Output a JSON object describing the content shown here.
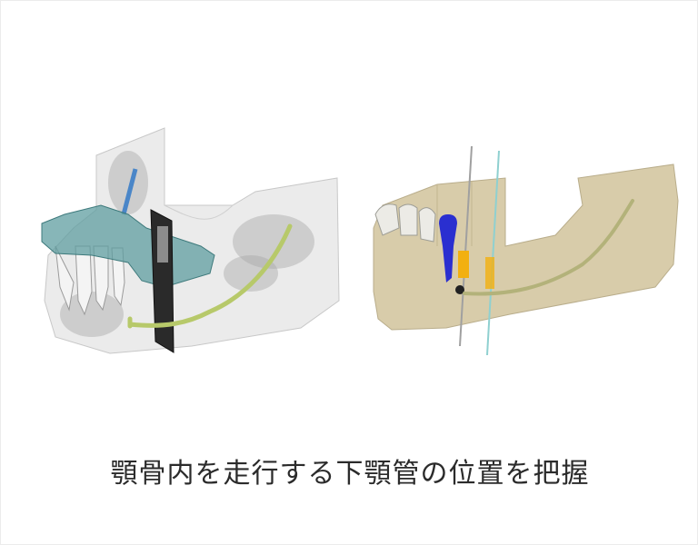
{
  "figures": [
    {
      "id": "left",
      "description": "Transparent 3D mandible render with teeth, teal surgical guide, dark cross-sectional slice plane and green mandibular canal path",
      "colors": {
        "bone": "#d9d9d9",
        "guide": "#6fa3a6",
        "canal": "#b7c96a",
        "slice": "#2a2a2a",
        "tooth": "#f2f2f2",
        "implant_marker": "#4a86c8"
      }
    },
    {
      "id": "right",
      "description": "Opaque 3D mandible render with teeth, blue and orange implant positions, guide pins and mandibular canal path",
      "colors": {
        "bone": "#d8ccaa",
        "canal": "#b3b27a",
        "tooth": "#ecebe6",
        "implant_blue": "#2a2fd0",
        "implant_orange": "#f2b010",
        "pin": "#8fd0d0"
      }
    }
  ],
  "caption": "顎骨内を走行する下顎管の位置を把握"
}
